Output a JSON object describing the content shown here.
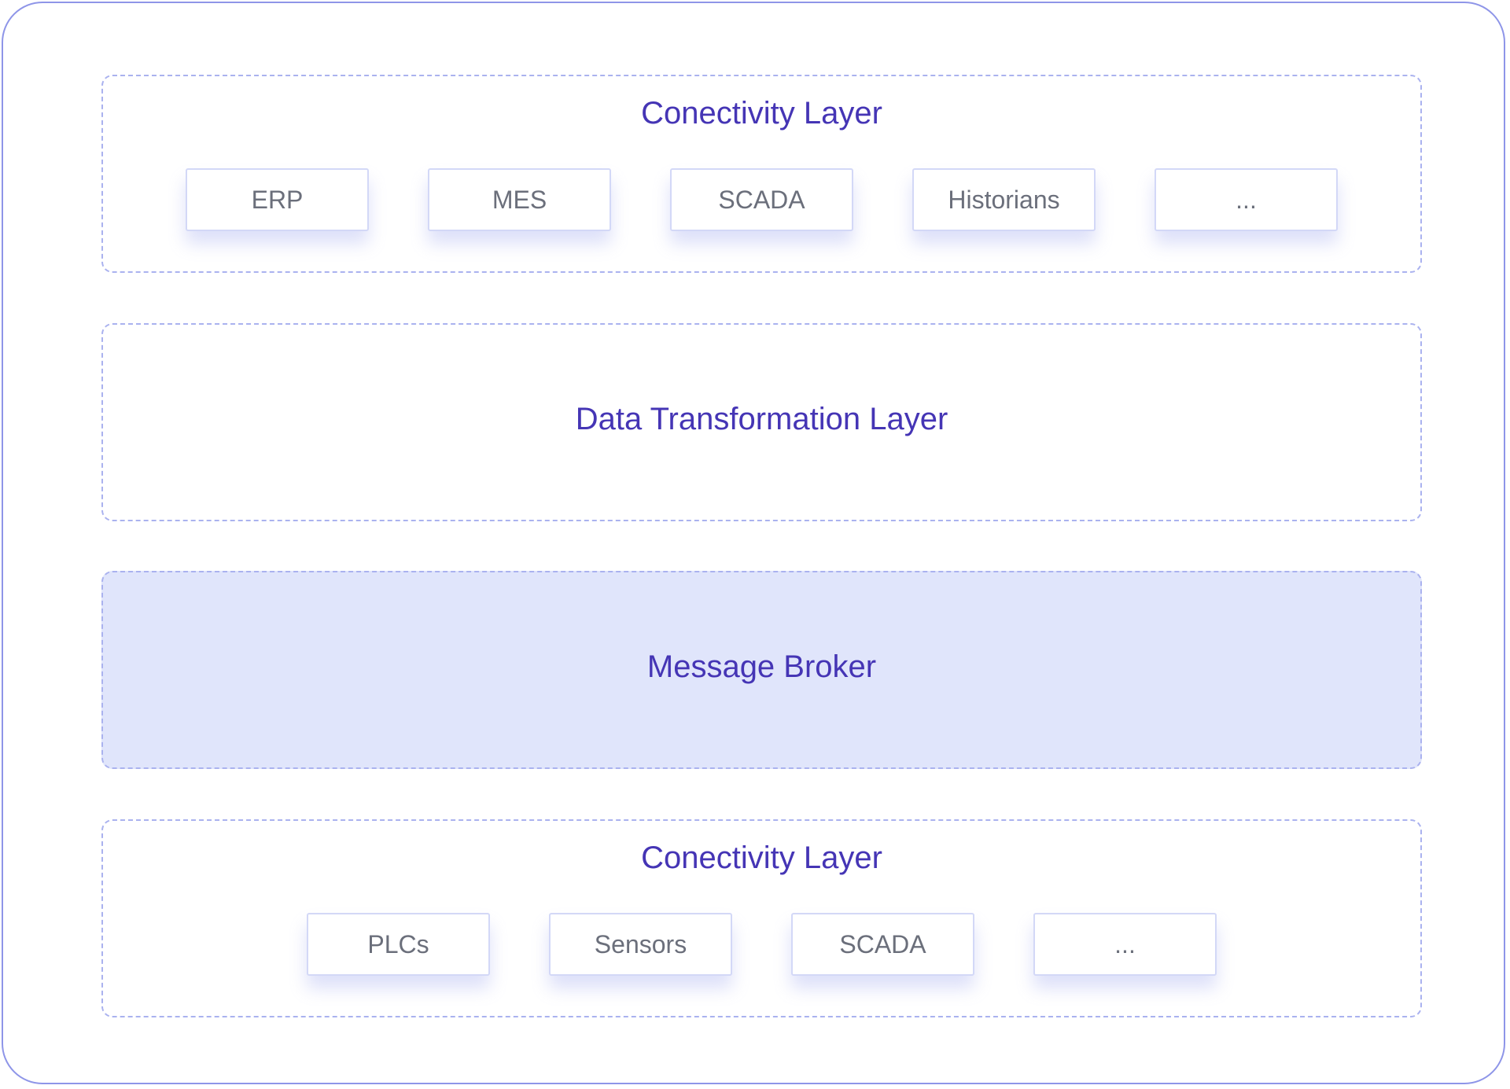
{
  "layers": [
    {
      "title": "Conectivity Layer",
      "items": [
        "ERP",
        "MES",
        "SCADA",
        "Historians",
        "..."
      ]
    },
    {
      "title": "Data Transformation Layer"
    },
    {
      "title": "Message Broker"
    },
    {
      "title": "Conectivity Layer",
      "items": [
        "PLCs",
        "Sensors",
        "SCADA",
        "..."
      ]
    }
  ],
  "colors": {
    "frame_border": "#8e95e8",
    "dashed_border": "#aab2ef",
    "title_text": "#4535b5",
    "broker_fill": "#e0e5fb",
    "chip_text": "#6b6f7b"
  }
}
